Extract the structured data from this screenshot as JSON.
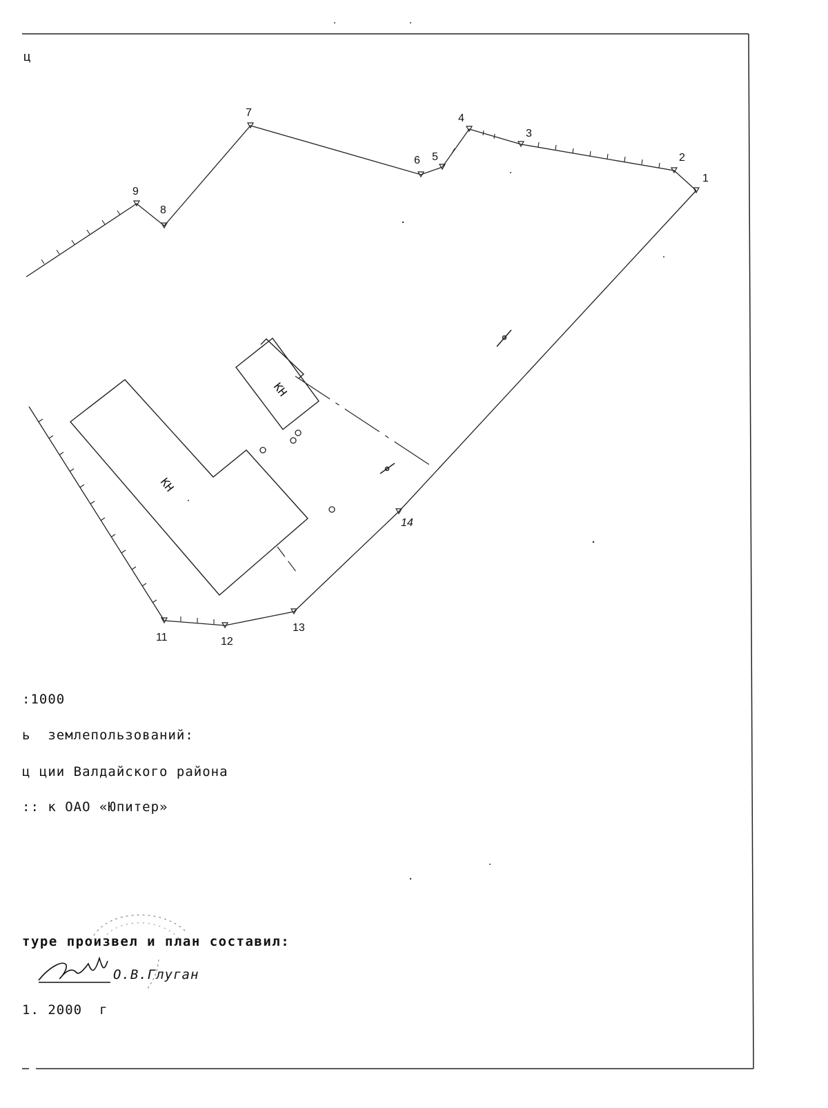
{
  "header": {
    "corner_mark": "ц"
  },
  "map": {
    "points": [
      {
        "id": "p1",
        "label": "1"
      },
      {
        "id": "p2",
        "label": "2"
      },
      {
        "id": "p3",
        "label": "3"
      },
      {
        "id": "p4",
        "label": "4"
      },
      {
        "id": "p5",
        "label": "5"
      },
      {
        "id": "p6",
        "label": "6"
      },
      {
        "id": "p7",
        "label": "7"
      },
      {
        "id": "p8",
        "label": "8"
      },
      {
        "id": "p9",
        "label": "9"
      },
      {
        "id": "p11",
        "label": "11"
      },
      {
        "id": "p12",
        "label": "12"
      },
      {
        "id": "p13",
        "label": "13"
      },
      {
        "id": "p14",
        "label": "14"
      }
    ],
    "buildings": [
      {
        "id": "b1",
        "label": "КН"
      },
      {
        "id": "b2",
        "label": "КН"
      }
    ]
  },
  "scale": ":1000",
  "lines": {
    "line1": "ь  землепользований:",
    "line2": "ц ции Валдайского района",
    "line3": ":: к ОАО «Юпитер»"
  },
  "signature": {
    "title": "туре произвел и план составил:",
    "name": "О.В.Глуган",
    "date": "1. 2000  г"
  }
}
